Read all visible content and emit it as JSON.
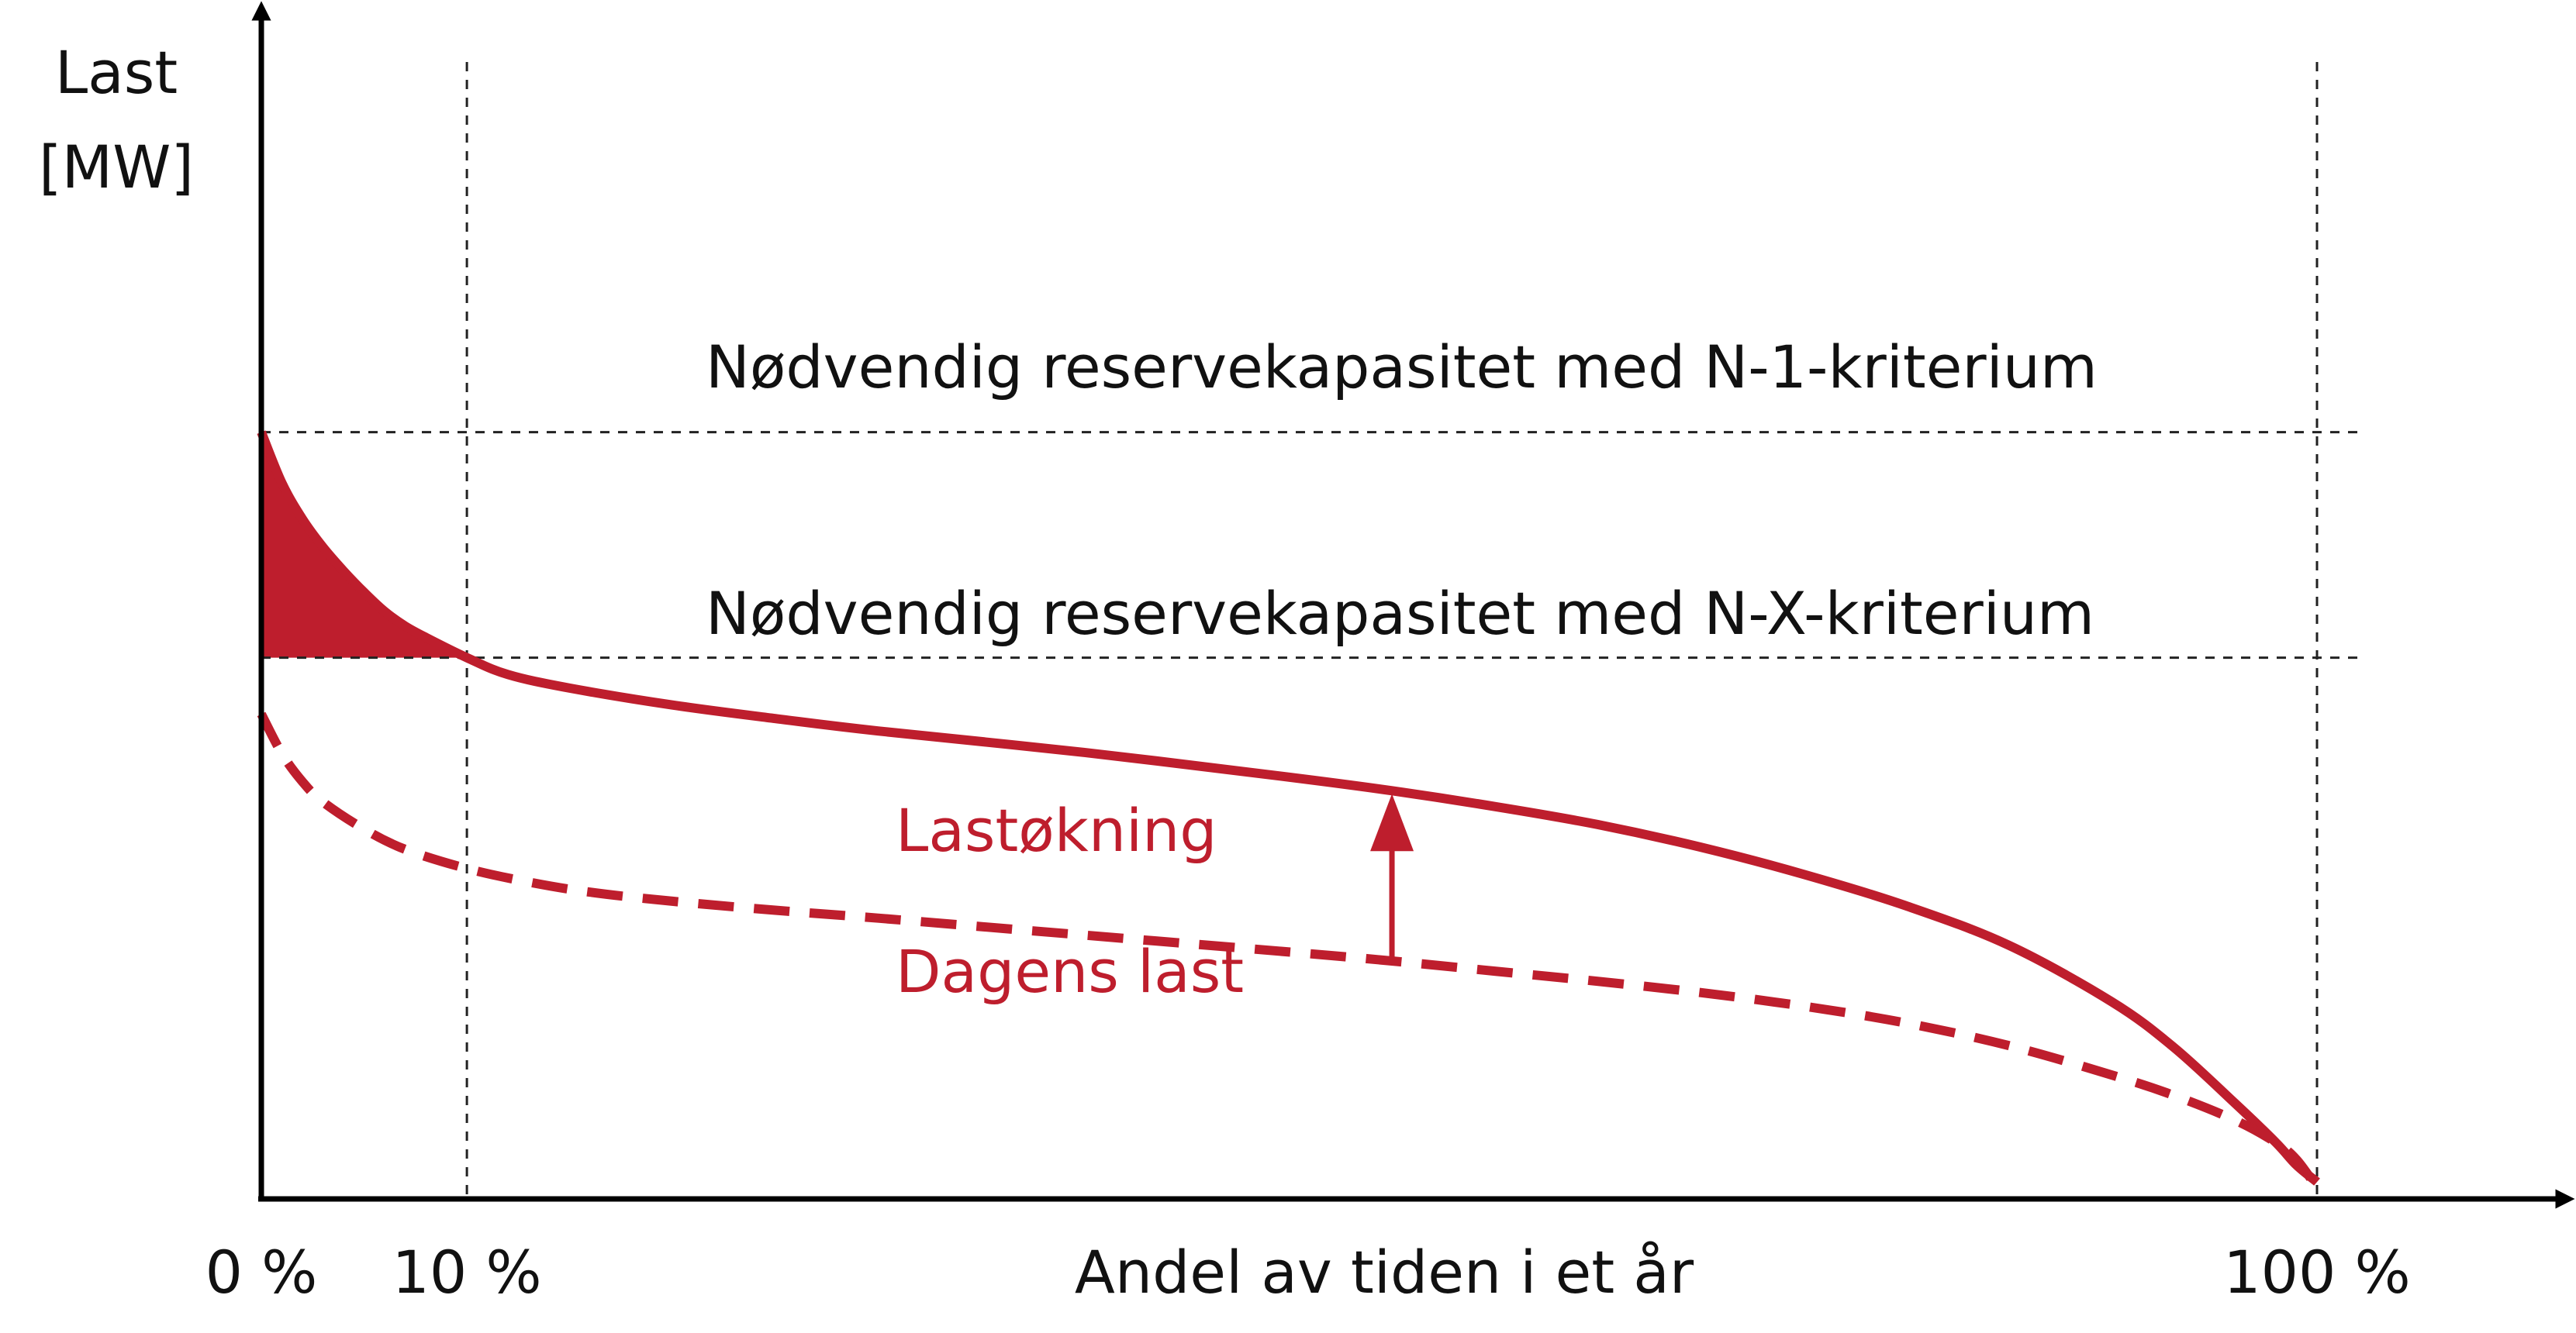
{
  "chart_data": {
    "type": "line",
    "ylabel_line1": "Last",
    "ylabel_line2": "[MW]",
    "xlabel": "Andel av tiden i et år",
    "xticks": [
      "0 %",
      "10 %",
      "100 %"
    ],
    "x_tick_values": [
      0,
      10,
      100
    ],
    "xlim": [
      0,
      100
    ],
    "ylim": [
      0,
      100
    ],
    "grid": false,
    "reference_lines": [
      {
        "label": "Nødvendig reservekapasitet med N-1-kriterium",
        "y": 68
      },
      {
        "label": "Nødvendig reservekapasitet med N-X-kriterium",
        "y": 48
      }
    ],
    "vertical_reference_x": [
      10,
      100
    ],
    "series": [
      {
        "name": "Lastøkning",
        "style": "solid",
        "x": [
          0,
          1,
          2,
          3,
          4,
          5,
          6,
          7,
          8,
          10,
          12,
          15,
          20,
          25,
          30,
          40,
          50,
          55,
          60,
          65,
          70,
          75,
          80,
          85,
          90,
          93,
          96,
          98,
          99,
          100
        ],
        "y": [
          68,
          63.5,
          60.3,
          57.8,
          55.7,
          53.8,
          52.1,
          50.8,
          49.8,
          48,
          46.5,
          45.3,
          43.8,
          42.6,
          41.5,
          39.6,
          37.4,
          36.2,
          34.8,
          33.2,
          31.2,
          28.8,
          26,
          22.5,
          17.5,
          13.5,
          8.5,
          5,
          3,
          1.5
        ]
      },
      {
        "name": "Dagens last",
        "style": "dashed",
        "x": [
          0,
          1,
          2,
          3,
          5,
          7,
          10,
          13,
          16,
          20,
          25,
          30,
          40,
          50,
          55,
          60,
          65,
          70,
          75,
          80,
          85,
          90,
          93,
          96,
          98,
          99,
          100
        ],
        "y": [
          43,
          39.5,
          37,
          35.2,
          32.8,
          31,
          29.3,
          28.1,
          27.2,
          26.4,
          25.6,
          24.9,
          23.4,
          21.9,
          21.1,
          20.2,
          19.3,
          18.3,
          17.1,
          15.6,
          13.6,
          11,
          9.2,
          7,
          5,
          3.5,
          1
        ]
      }
    ],
    "shaded_region": "between Lastøkning curve and N-X line from 0 % to 10 %",
    "annotation_arrow": {
      "x": 55,
      "from": "Dagens last",
      "to": "Lastøkning"
    },
    "colors": {
      "curve": "#be1e2d",
      "axis": "#000000",
      "reference": "#222222"
    }
  }
}
